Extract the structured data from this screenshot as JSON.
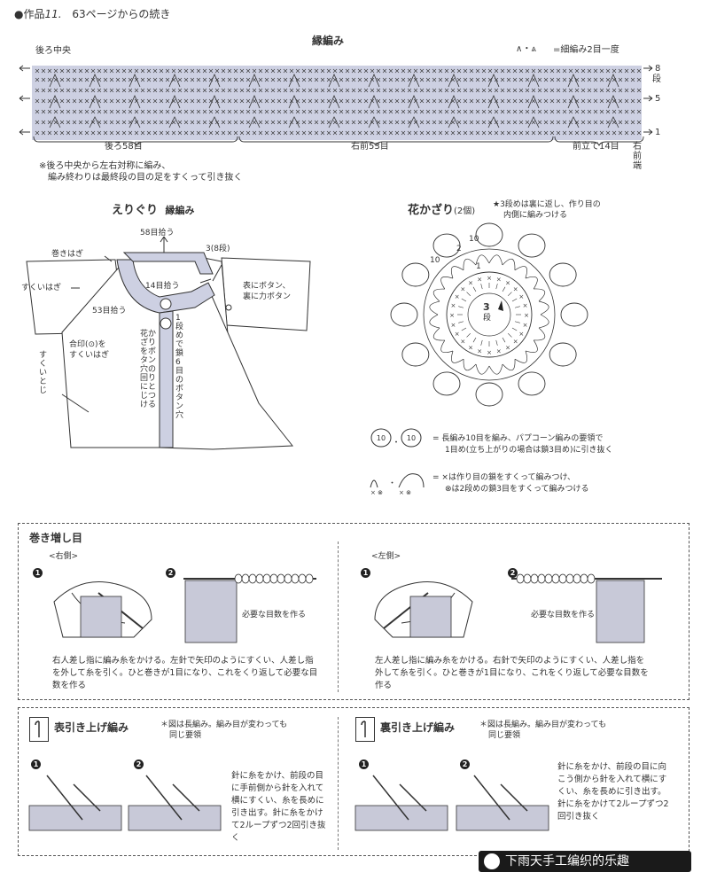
{
  "header": {
    "work_label": "●作品",
    "work_number": "11.",
    "continued": "63ページからの続き"
  },
  "border_section": {
    "title": "縁編み",
    "center_back": "後ろ中央",
    "legend_symbols": "∧・⩓",
    "legend_text": "=細編み2目一度",
    "row_8": "8",
    "row_8_suffix": "段",
    "row_5": "5",
    "row_1": "1",
    "back_count": "後ろ58目",
    "right_front_count": "右前53目",
    "front_band_count": "前立て14目",
    "right_front_edge": "右前端",
    "note_line1": "※後ろ中央から左右対称に編み、",
    "note_line2": "編み終わりは最終段の目の足をすくって引き抜く"
  },
  "collar_section": {
    "title_main": "えりぐり",
    "title_sub": "縁編み",
    "pick_58": "58目拾う",
    "rows_3": "3(8段)",
    "sleeve_join": "巻きはぎ",
    "scoop_join": "すくいはぎ",
    "pick_14": "14目拾う",
    "button_note_line1": "表にボタン、",
    "button_note_line2": "裏に力ボタン",
    "pick_53": "53目拾う",
    "match_mark_line1": "合印(⊙)を",
    "match_mark_line2": "すくいはぎ",
    "side_seam": "すくいとじ",
    "flower_attach": "花かざりをボタン穴の回りにとじつける",
    "buttonhole": "1段めで鎖6目のボタン穴"
  },
  "flower_section": {
    "title": "花かざり",
    "count": "(2個)",
    "star_note_line1": "★3段めは裏に返し、作り目の",
    "star_note_line2": "内側に編みつける",
    "center_label_num": "3",
    "center_label_unit": "段",
    "label_10a": "10",
    "label_10b": "10",
    "label_2": "2",
    "label_1": "1",
    "legend1_sym": "10",
    "legend1_line1": "= 長編み10目を編み、パプコーン編みの要領で",
    "legend1_line2": "1目め(立ち上がりの場合は鎖3目め)に引き抜く",
    "legend2_line1": "= ×は作り目の鎖をすくって編みつけ、",
    "legend2_line2": "⊗は2段めの鎖3目をすくって編みつける"
  },
  "cast_on_panel": {
    "title": "巻き増し目",
    "right_label": "<右側>",
    "left_label": "<左側>",
    "step1": "1",
    "step2": "2",
    "needed_count_right": "必要な目数を作る",
    "needed_count_left": "必要な目数を作る",
    "right_desc": "右人差し指に編み糸をかける。左針で矢印のようにすくい、人差し指を外して糸を引く。ひと巻きが1目になり、これをくり返して必要な目数を作る",
    "left_desc": "左人差し指に編み糸をかける。右針で矢印のようにすくい、人差し指を外して糸を引く。ひと巻きが1目になり、これをくり返して必要な目数を作る"
  },
  "post_stitch_panel": {
    "front_title": "表引き上げ編み",
    "front_note_line1": "＊図は長編み。編み目が変わっても",
    "front_note_line2": "同じ要領",
    "front_desc": "針に糸をかけ、前段の目に手前側から針を入れて横にすくい、糸を長めに引き出す。針に糸をかけて2ループずつ2回引き抜く",
    "back_title": "裏引き上げ編み",
    "back_note_line1": "＊図は長編み。編み目が変わっても",
    "back_note_line2": "同じ要領",
    "back_desc": "針に糸をかけ、前段の目に向こう側から針を入れて横にすくい、糸を長めに引き出す。針に糸をかけて2ループずつ2回引き抜く",
    "step1": "1",
    "step2": "2"
  },
  "watermark": {
    "text": "下雨天手工编织的乐趣"
  },
  "colors": {
    "band_fill": "#cdd0e2",
    "ink": "#222222",
    "watermark_bg": "#1a1a1a"
  }
}
